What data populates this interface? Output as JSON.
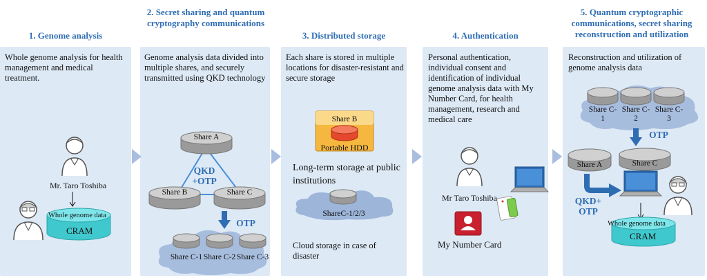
{
  "steps": [
    {
      "heading": "1. Genome analysis",
      "desc": "Whole genome analysis for health management and medical treatment."
    },
    {
      "heading": "2. Secret sharing and quantum cryptography communications",
      "desc": "Genome analysis data divided into multiple shares, and securely transmitted using QKD technology"
    },
    {
      "heading": "3. Distributed storage",
      "desc": "Each share is stored in multiple locations for disaster-resistant and secure storage"
    },
    {
      "heading": "4. Authentication",
      "desc": "Personal authentication, individual consent and identification of individual genome analysis data with My Number Card, for health management, research and medical care"
    },
    {
      "heading": "5. Quantum cryptographic communications, secret sharing reconstruction and utilization",
      "desc": "Reconstruction and utilization of genome analysis data"
    }
  ],
  "panel1": {
    "person_name": "Mr. Taro Toshiba",
    "data_label": "Whole genome data",
    "format": "CRAM"
  },
  "panel2": {
    "share_a": "Share A",
    "share_b": "Share B",
    "share_c": "Share C",
    "qkd_line1": "QKD",
    "qkd_line2": "+OTP",
    "otp": "OTP",
    "sub_shares": [
      "Share C-1",
      "Share C-2",
      "Share C-3"
    ]
  },
  "panel3": {
    "share_b": "Share B",
    "portable": "Portable HDD",
    "long_term": "Long-term storage at public institutions",
    "cloud_share": "ShareC-1/2/3",
    "cloud_caption": "Cloud storage in case of disaster"
  },
  "panel4": {
    "person_name": "Mr Taro Toshiba",
    "card_label": "My Number Card"
  },
  "panel5": {
    "sub_shares": [
      "Share C-1",
      "Share C-2",
      "Share C-3"
    ],
    "otp": "OTP",
    "share_a": "Share A",
    "share_c": "Share C",
    "qkd_line1": "QKD+",
    "qkd_line2": "OTP",
    "data_label": "Whole genome data",
    "format": "CRAM"
  },
  "colors": {
    "heading": "#2f6db3",
    "panel": "#dde9f5",
    "arrow": "#a9bde0",
    "accent_blue": "#2f6db3",
    "cloud": "#9db5d9",
    "cram": "#5fdce0",
    "hdd": "#f5b740"
  }
}
